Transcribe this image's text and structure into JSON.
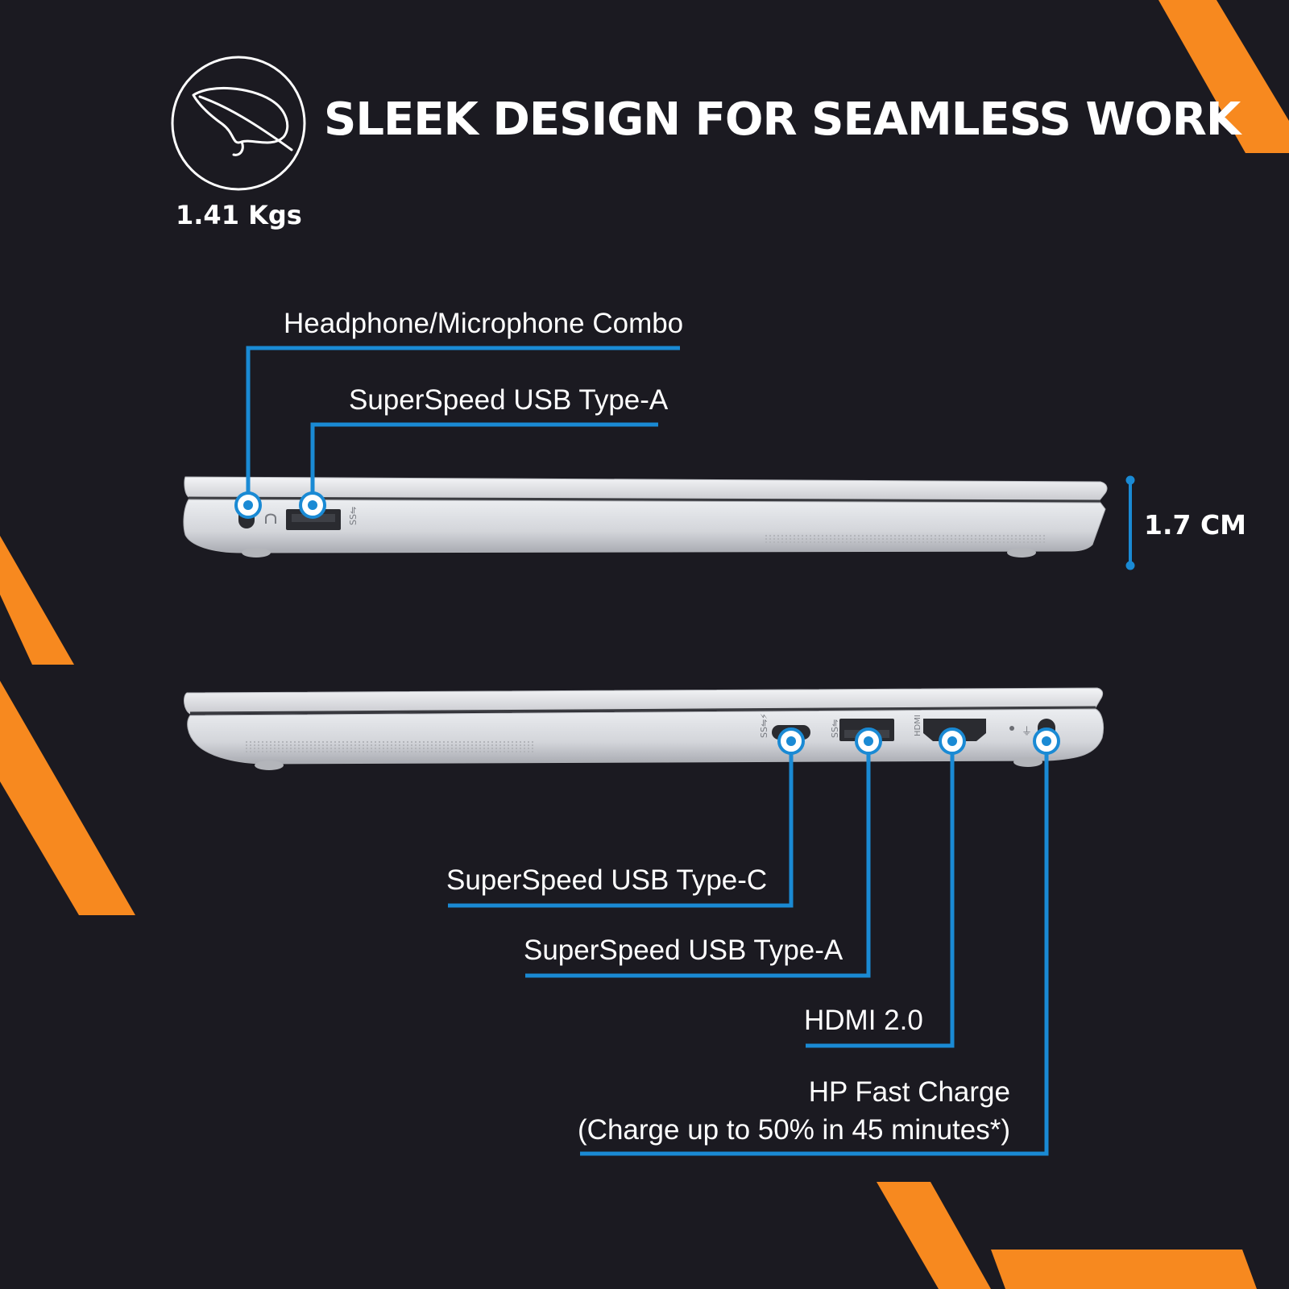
{
  "header": {
    "title": "SLEEK DESIGN FOR SEAMLESS WORK",
    "weight": "1.41 Kgs",
    "weight_icon": "feather-icon"
  },
  "dimensions": {
    "thickness": "1.7 CM"
  },
  "left_side_ports": [
    {
      "label": "Headphone/Microphone Combo",
      "icon": "headphone-icon"
    },
    {
      "label": "SuperSpeed USB Type-A",
      "icon": "usb-icon"
    }
  ],
  "right_side_ports": [
    {
      "label": "SuperSpeed USB Type-C",
      "icon": "usb-c-icon"
    },
    {
      "label": "SuperSpeed USB Type-A",
      "icon": "usb-icon"
    },
    {
      "label": "HDMI 2.0",
      "icon": "hdmi-icon"
    },
    {
      "label": "HP Fast Charge",
      "note": "(Charge up to 50% in 45 minutes*)",
      "icon": "power-icon"
    }
  ],
  "colors": {
    "background": "#1b1a21",
    "accent_orange": "#f7891f",
    "callout_blue": "#1a8ad4",
    "chassis_silver": "#dcdde0",
    "text": "#ffffff"
  }
}
